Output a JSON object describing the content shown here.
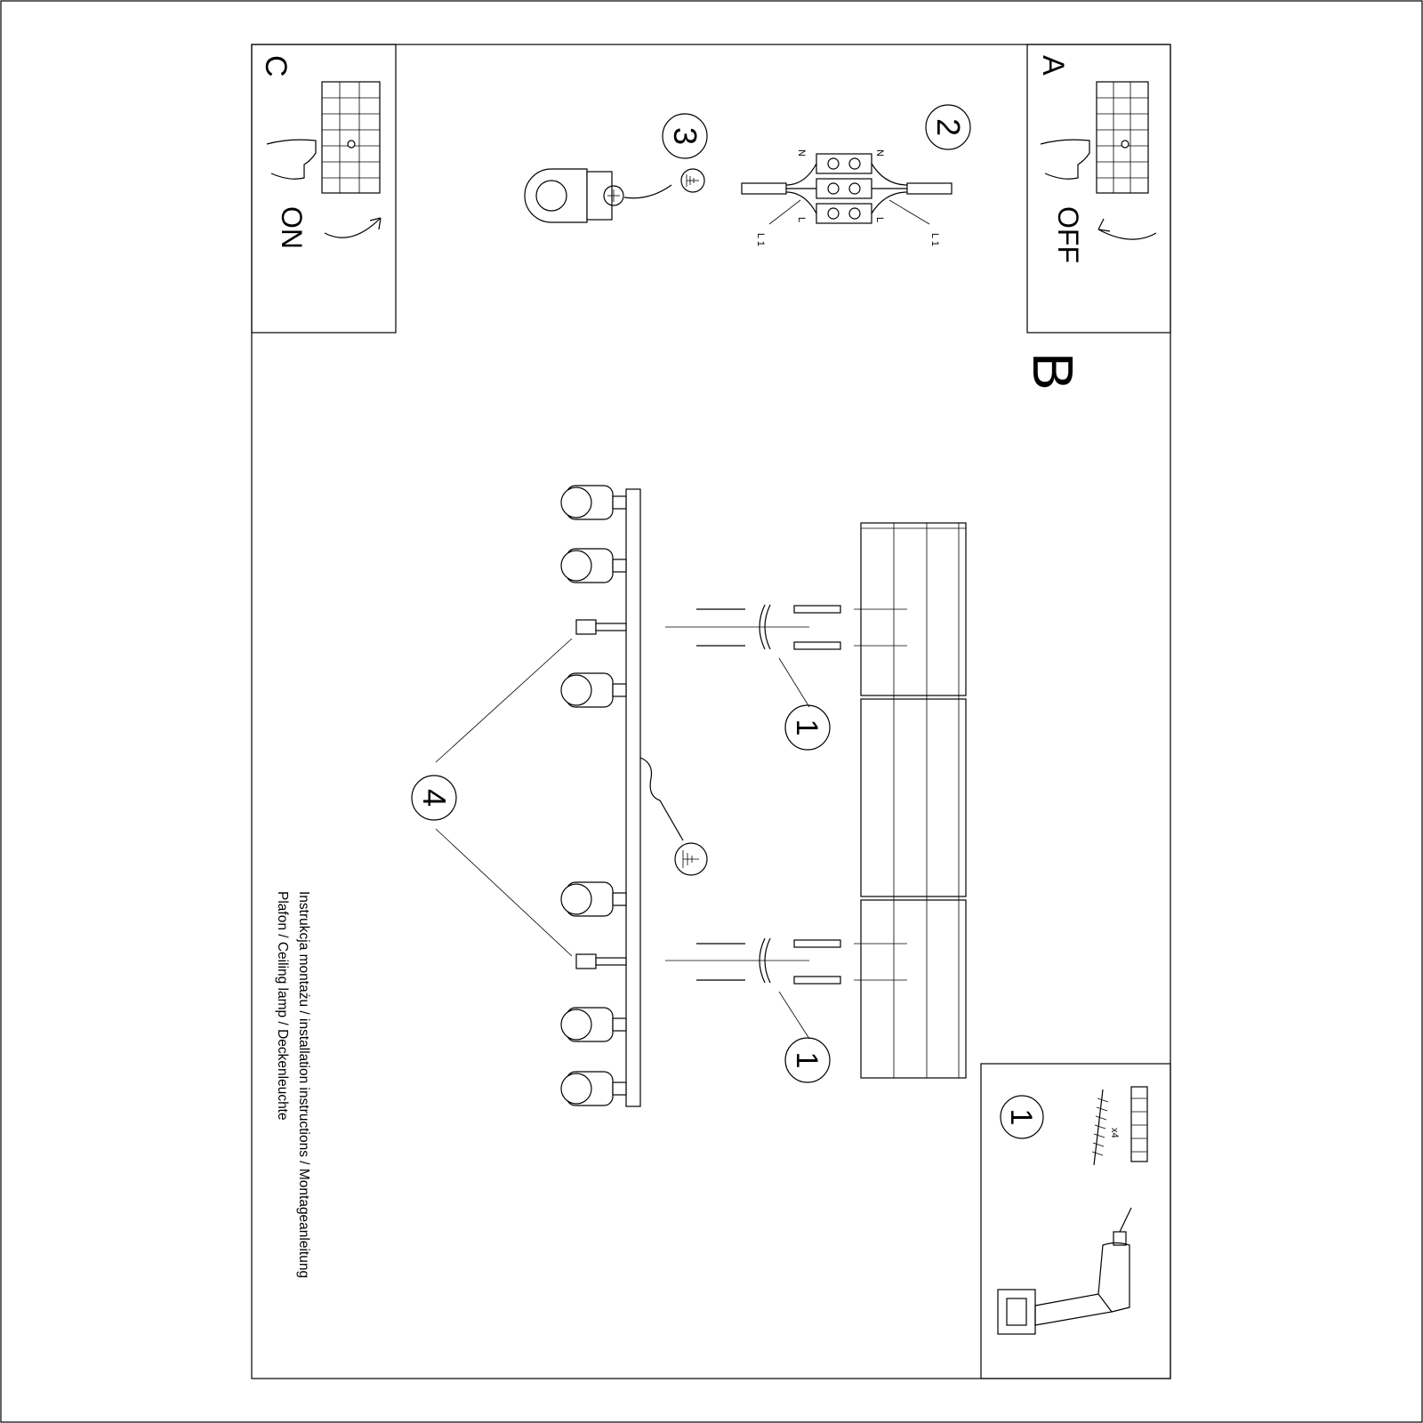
{
  "steps": {
    "off": {
      "letter": "A",
      "label": "OFF"
    },
    "on": {
      "letter": "C",
      "label": "ON"
    },
    "mount": {
      "letter": "B"
    },
    "wiring": {
      "number": "2",
      "neutral": "N",
      "live": "L",
      "live_out": "L 1"
    },
    "ground": {
      "number": "3"
    },
    "fixing": {
      "number": "1",
      "quantity": "x4"
    },
    "screws": {
      "number": "4"
    }
  },
  "title": {
    "line1": "Instrukcja montażu / installation instructions / Montageanleitung",
    "line2": "Plafon / Ceiling lamp / Deckenleuchte"
  }
}
